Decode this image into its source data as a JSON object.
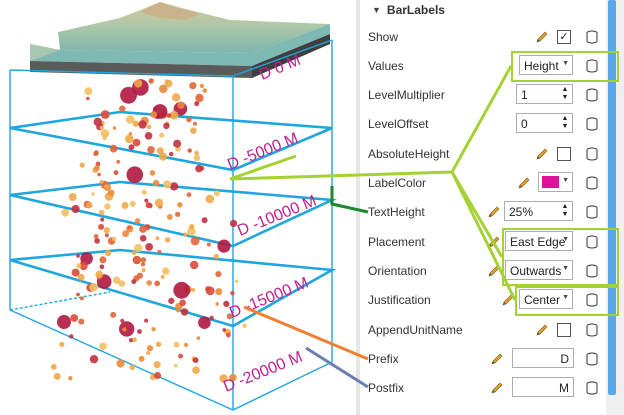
{
  "scene": {
    "depth_labels": [
      "D 0 M",
      "D -5000 M",
      "D -10000 M",
      "D -15000 M",
      "D -20000 M"
    ],
    "label_color": "#c0208f",
    "box_color": "#1ea6e0"
  },
  "panel": {
    "title": "BarLabels",
    "rows": [
      {
        "label": "Show",
        "checked": "✓"
      },
      {
        "label": "Values",
        "value": "Height"
      },
      {
        "label": "LevelMultiplier",
        "value": "1"
      },
      {
        "label": "LevelOffset",
        "value": "0"
      },
      {
        "label": "AbsoluteHeight",
        "checked": ""
      },
      {
        "label": "LabelColor",
        "color": "#e0109c"
      },
      {
        "label": "TextHeight",
        "value": "25%"
      },
      {
        "label": "Placement",
        "value": "East Edge"
      },
      {
        "label": "Orientation",
        "value": "Outwards"
      },
      {
        "label": "Justification",
        "value": "Center"
      },
      {
        "label": "AppendUnitName",
        "checked": ""
      },
      {
        "label": "Prefix",
        "value": "D"
      },
      {
        "label": "Postfix",
        "value": "M"
      }
    ]
  },
  "colors": {
    "highlight": "#a5d233",
    "accent_blue": "#5aa8e8",
    "callout_green": "#a5d233",
    "callout_orange": "#f08030",
    "callout_slate": "#6a7fb0",
    "callout_dkgreen": "#1c8a2a"
  }
}
